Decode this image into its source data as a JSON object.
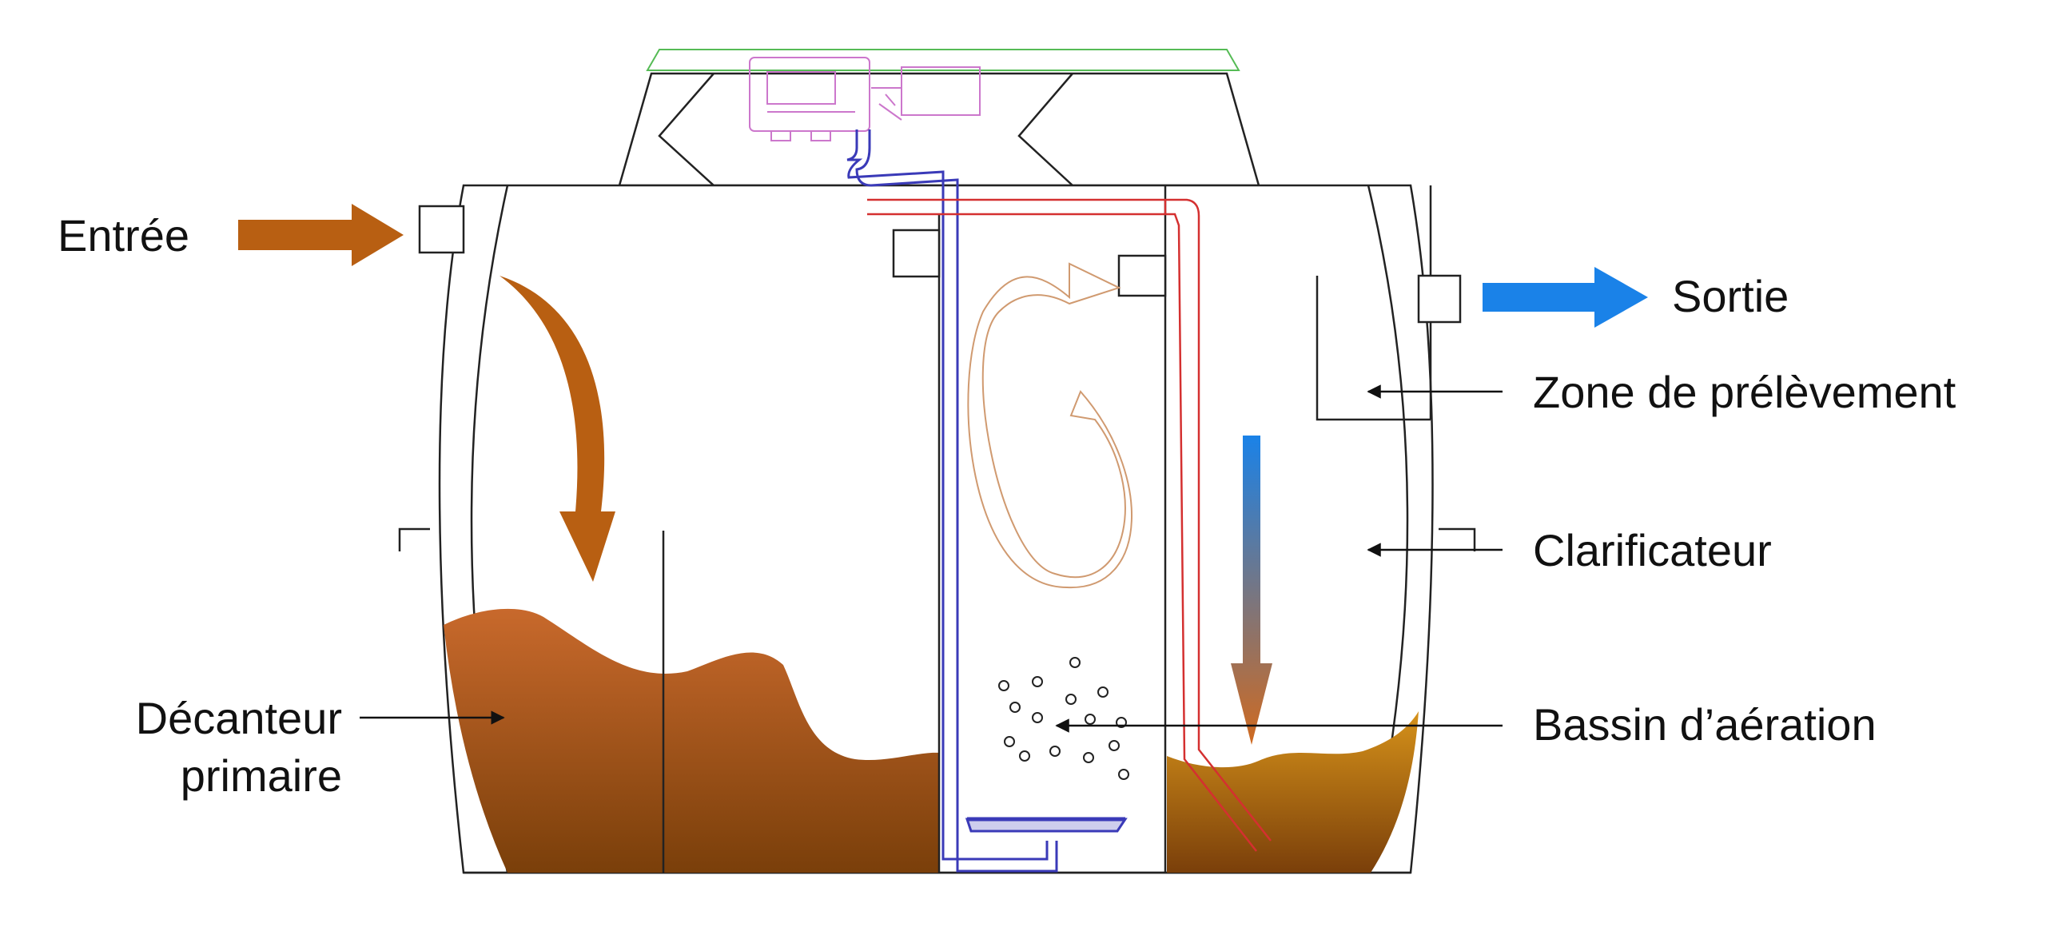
{
  "labels": {
    "inlet": "Entrée",
    "outlet": "Sortie",
    "sampling_zone": "Zone de prélèvement",
    "clarifier": "Clarificateur",
    "aeration_tank": "Bassin d’aération",
    "primary_settler_line1": "Décanteur",
    "primary_settler_line2": "primaire"
  },
  "colors": {
    "sludge_dark": "#7a3f0a",
    "sludge_light": "#c8692c",
    "clarifier_sludge_light": "#d6921a",
    "flow_arrow": "#b85f12",
    "outlet_arrow": "#1a82e8",
    "air_pipe": "#3a3ab8",
    "return_pipe": "#d43030",
    "control_unit": "#cc77cc",
    "outline": "#222222"
  }
}
